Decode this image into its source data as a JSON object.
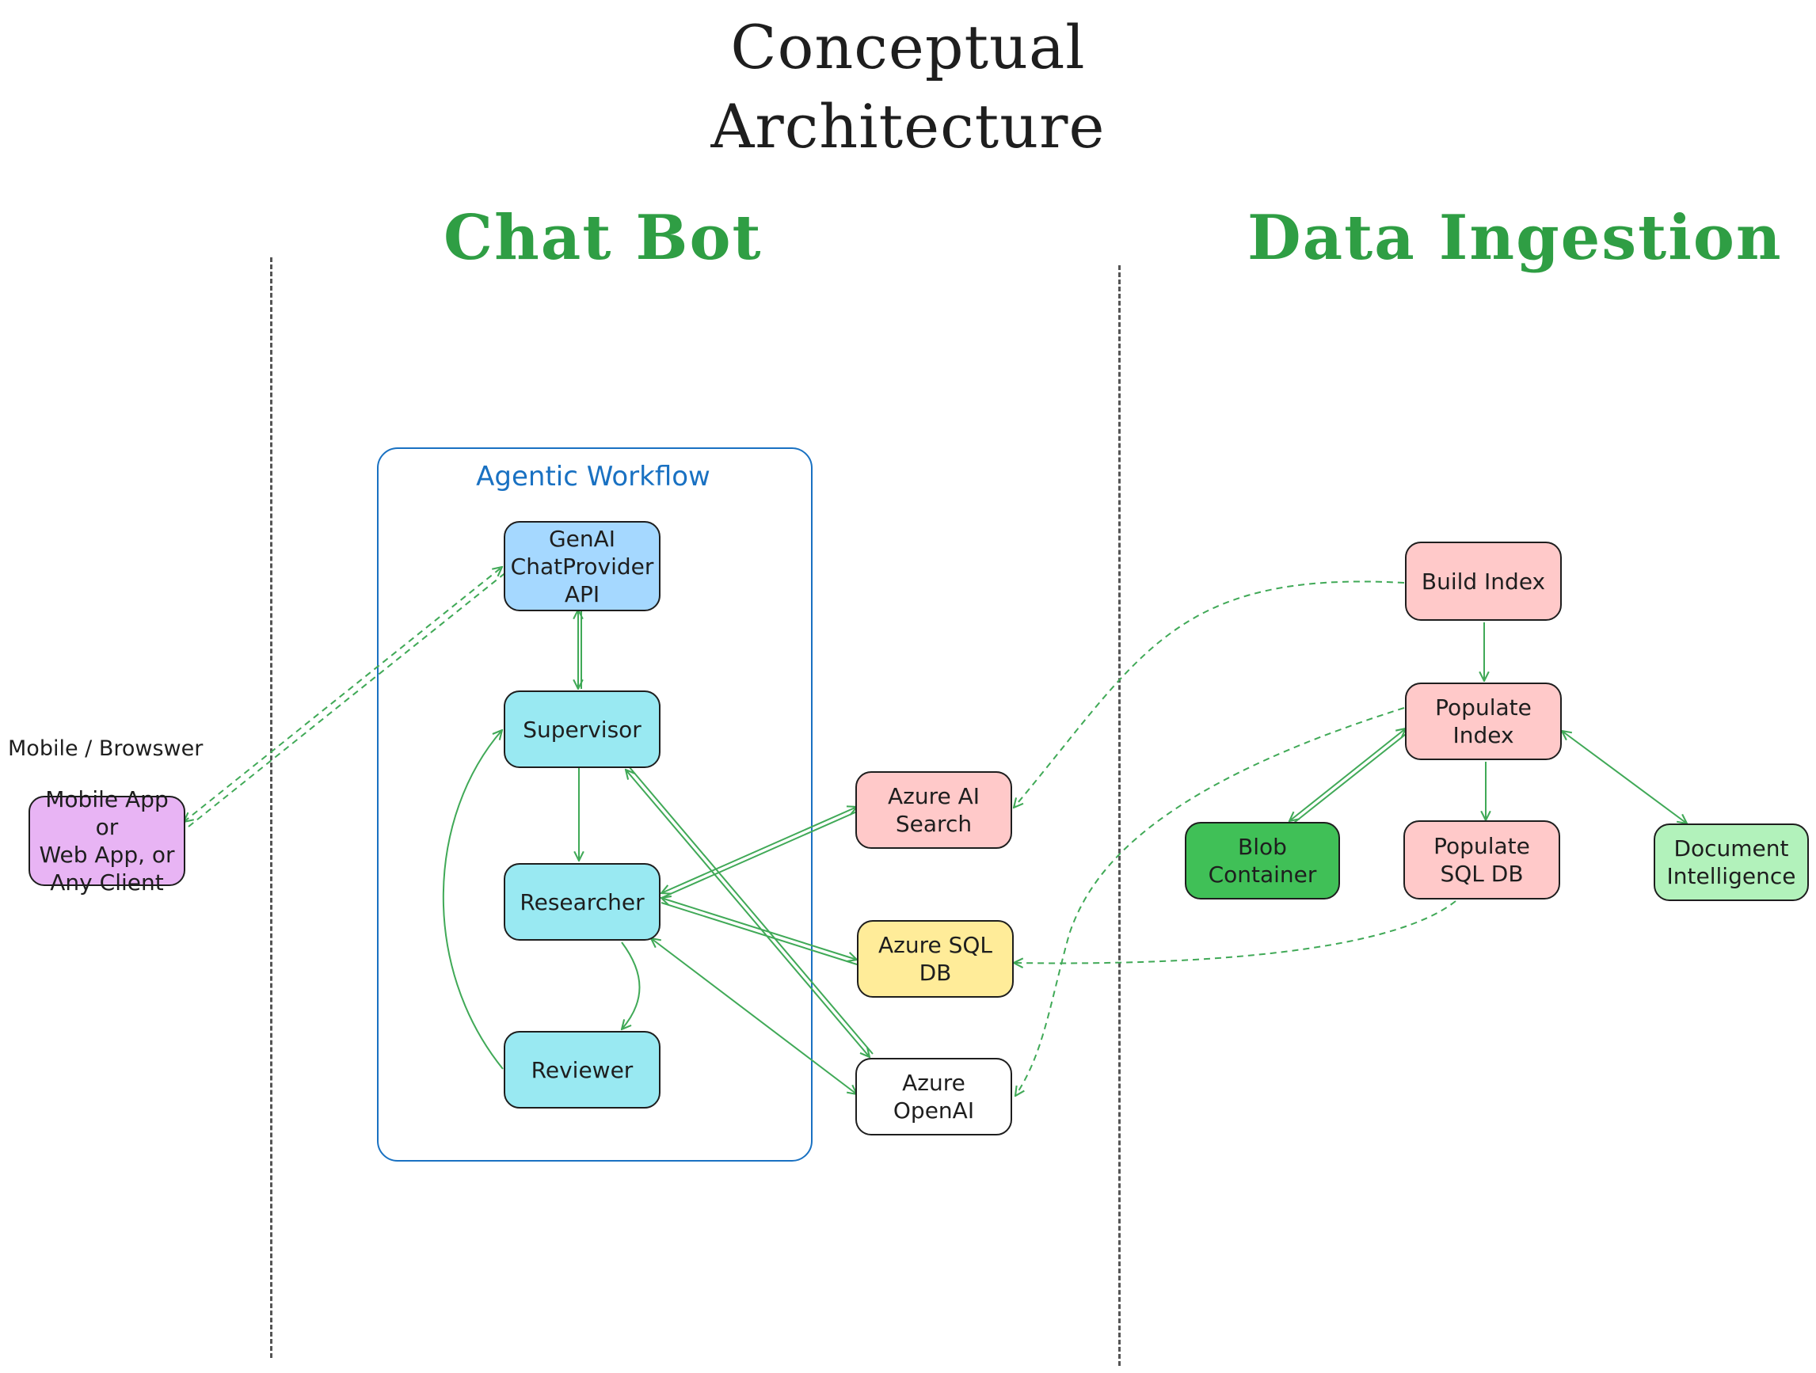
{
  "title": {
    "line1": "Conceptual",
    "line2": "Architecture"
  },
  "sections": {
    "chat_bot": "Chat Bot",
    "data_ingestion": "Data Ingestion"
  },
  "client_label": "Mobile / Browswer",
  "group": {
    "label": "Agentic Workflow"
  },
  "nodes": {
    "client": "Mobile App or\nWeb App, or\nAny Client",
    "genai_api": "GenAI\nChatProvider\nAPI",
    "supervisor": "Supervisor",
    "researcher": "Researcher",
    "reviewer": "Reviewer",
    "azure_ai_search": "Azure AI\nSearch",
    "azure_sql_db": "Azure SQL\nDB",
    "azure_openai": "Azure\nOpenAI",
    "build_index": "Build Index",
    "populate_index": "Populate\nIndex",
    "blob_container": "Blob\nContainer",
    "populate_sql_db": "Populate\nSQL DB",
    "document_intelligence": "Document\nIntelligence"
  },
  "colors": {
    "heading_green": "#2f9e44",
    "edge_green": "#40a957",
    "group_blue": "#1971c2",
    "client": "#e8b4f4",
    "genai_api": "#a5d8ff",
    "agent": "#99e9f2",
    "pink": "#ffc9c9",
    "yellow": "#ffec99",
    "white": "#ffffff",
    "blob": "#40c057",
    "docintel": "#b2f2bb"
  }
}
